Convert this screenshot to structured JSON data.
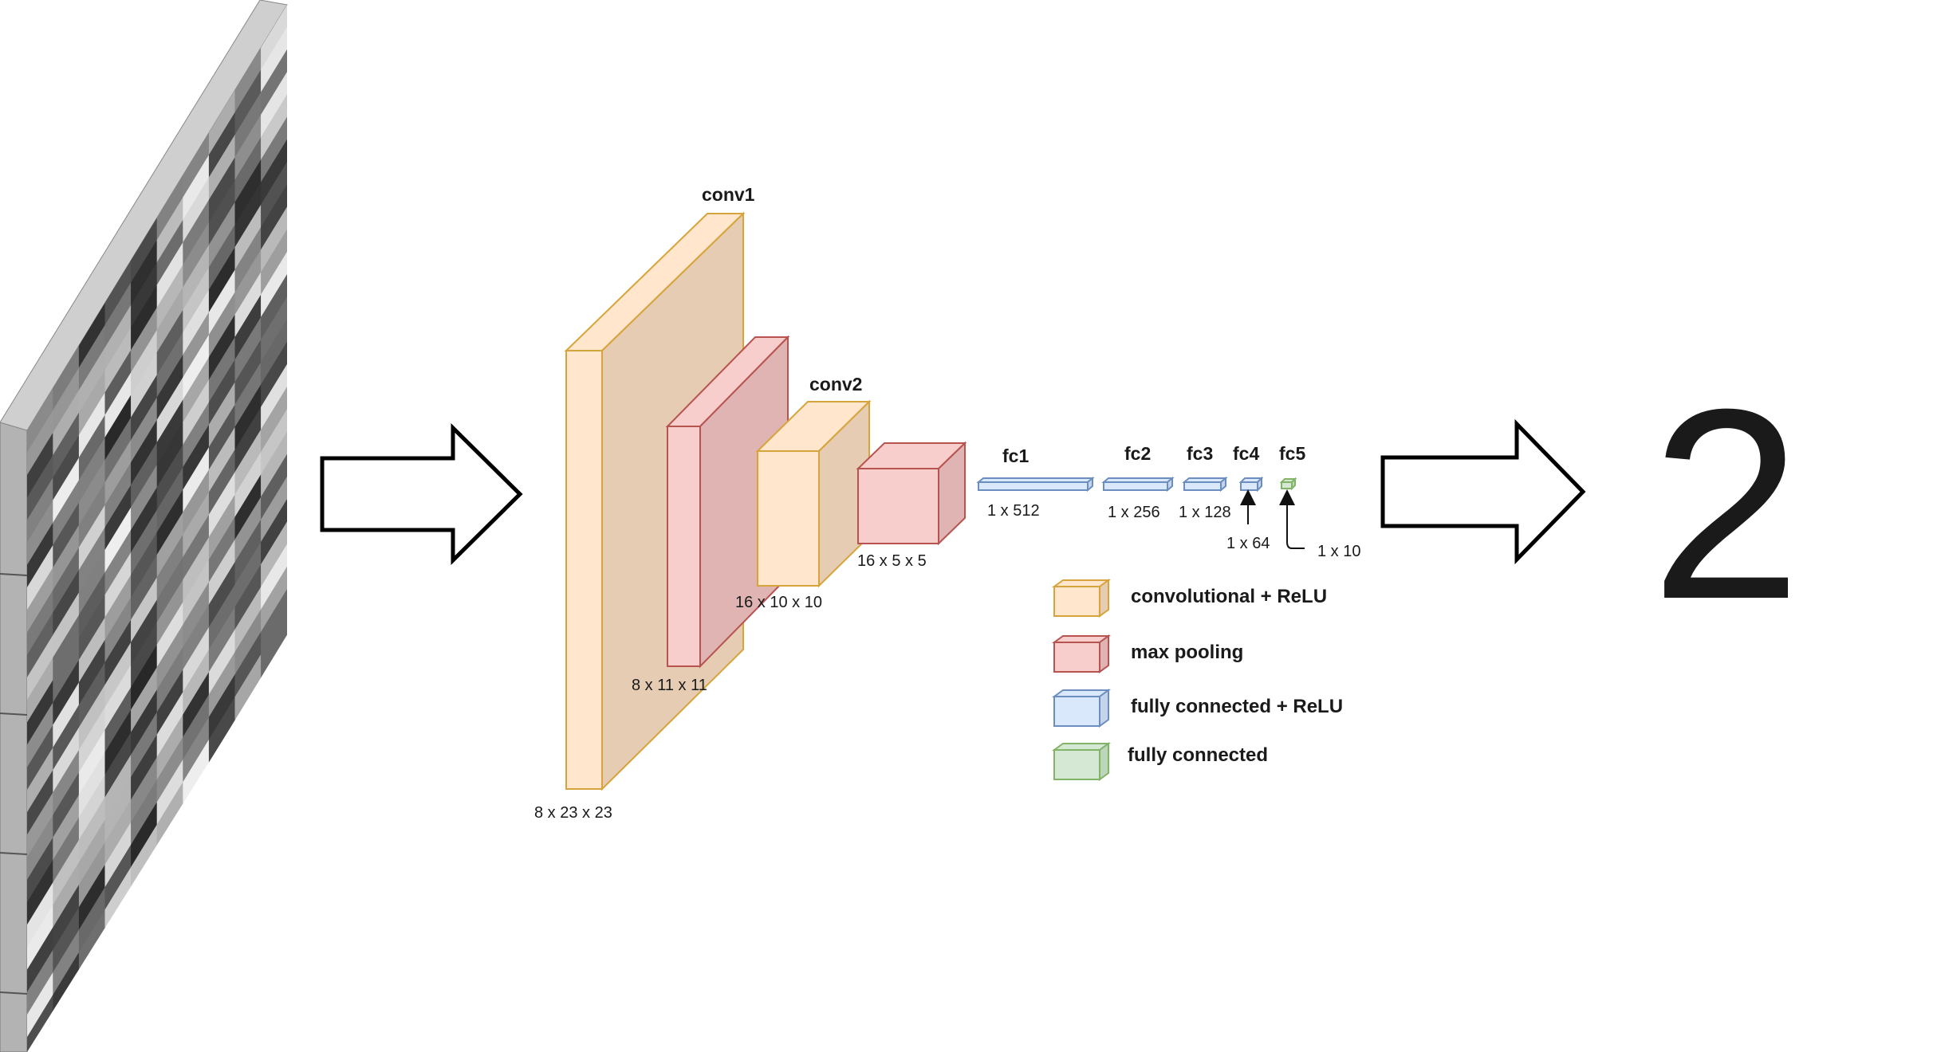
{
  "layers": {
    "conv1": {
      "name": "conv1",
      "dims": "8 x 23 x 23"
    },
    "pool1": {
      "dims": "8 x 11 x 11"
    },
    "conv2": {
      "name": "conv2",
      "dims": "16 x 10 x 10"
    },
    "pool2": {
      "dims": "16 x 5 x 5"
    },
    "fc1": {
      "name": "fc1",
      "dims": "1 x 512"
    },
    "fc2": {
      "name": "fc2",
      "dims": "1 x 256"
    },
    "fc3": {
      "name": "fc3",
      "dims": "1 x 128"
    },
    "fc4": {
      "name": "fc4",
      "dims": "1 x 64"
    },
    "fc5": {
      "name": "fc5",
      "dims": "1 x 10"
    }
  },
  "legend": {
    "conv": "convolutional + ReLU",
    "pool": "max pooling",
    "fc_relu": "fully connected + ReLU",
    "fc": "fully connected"
  },
  "output": {
    "value": "2"
  },
  "colors": {
    "conv_fill": "#ffe6cc",
    "conv_stroke": "#d6a43a",
    "conv_side": "#e5ccb3",
    "pool_fill": "#f8cecc",
    "pool_stroke": "#b85450",
    "pool_side": "#dfb4b3",
    "fcr_fill": "#dae8fc",
    "fcr_stroke": "#6c8ebf",
    "fc_fill": "#d5e8d4",
    "fc_stroke": "#82b366"
  }
}
